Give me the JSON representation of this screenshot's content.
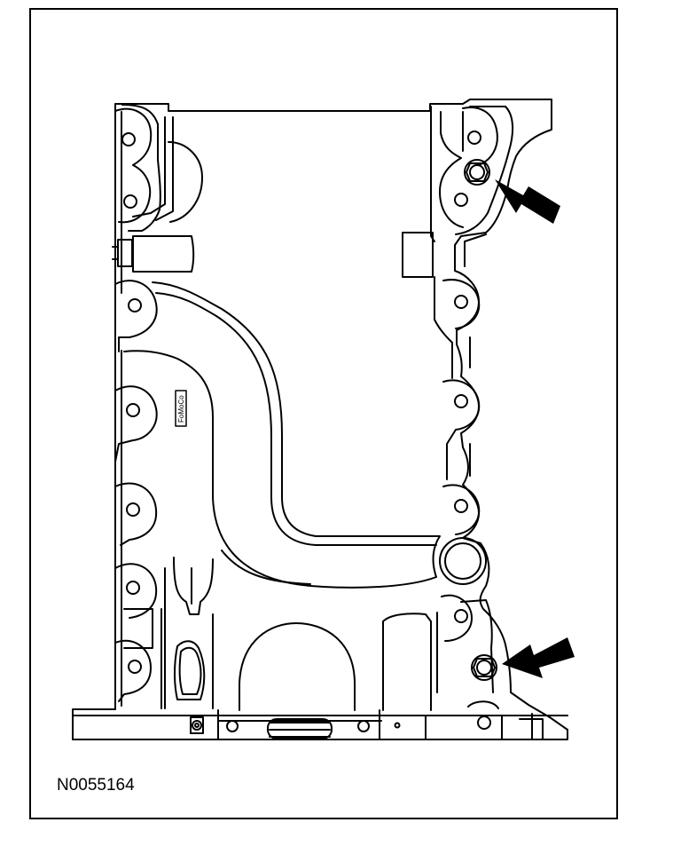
{
  "figure": {
    "id_label": "N0055164",
    "logo_text": "FoMoCo",
    "stroke_color": "#000000",
    "background_color": "#ffffff",
    "callouts": [
      {
        "name": "callout-arrow-upper-right",
        "points_to": "upper-right-bolt"
      },
      {
        "name": "callout-arrow-lower-right",
        "points_to": "lower-right-bolt"
      }
    ]
  }
}
